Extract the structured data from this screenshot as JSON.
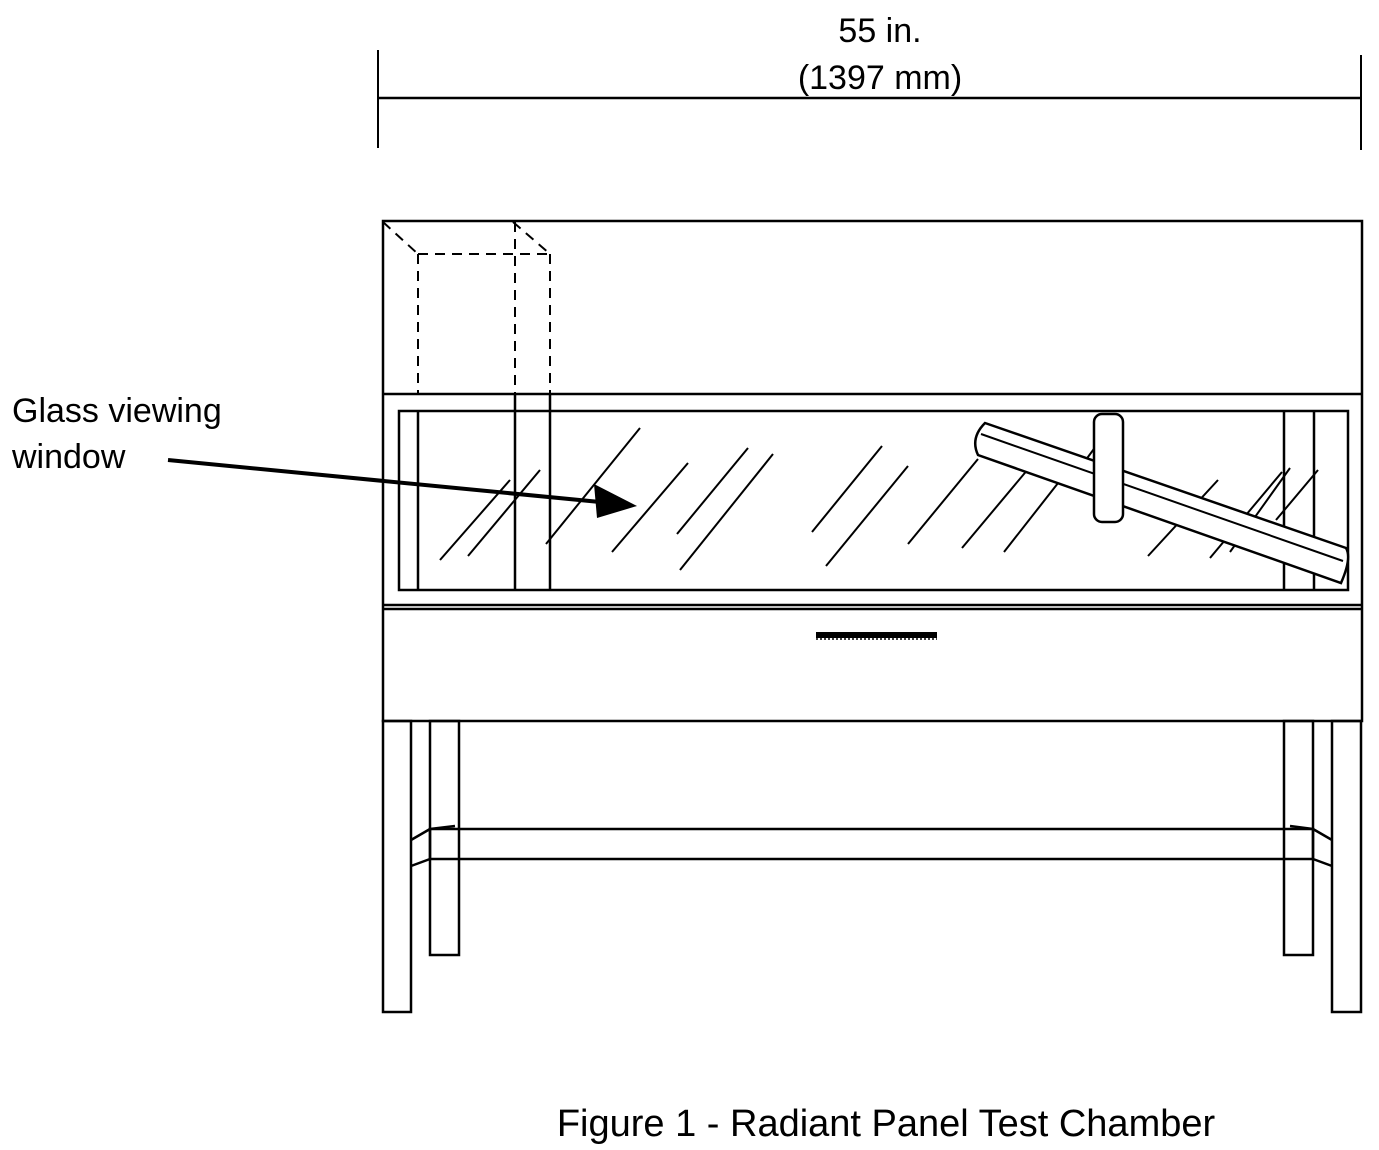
{
  "dimension": {
    "imperial": "55 in.",
    "metric": "(1397 mm)"
  },
  "callout": {
    "line1": "Glass viewing",
    "line2": "window"
  },
  "caption": "Figure 1 - Radiant Panel Test Chamber",
  "colors": {
    "ink": "#000000",
    "paper": "#ffffff"
  }
}
